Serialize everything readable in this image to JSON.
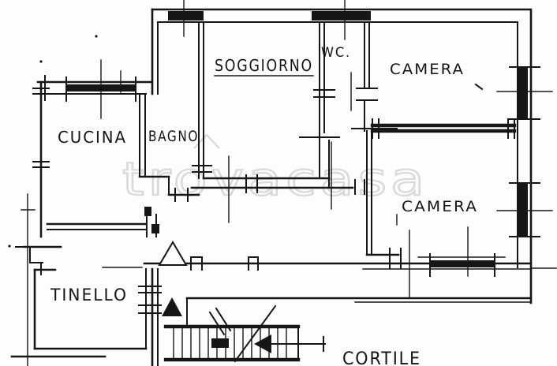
{
  "plan": {
    "title": "apartment-floor-plan",
    "rooms": {
      "soggiorno": "SOGGIORNO",
      "wc": "WC.",
      "camera_top": "CAMERA",
      "cucina": "CUCINA",
      "bagno": "BAGNO",
      "camera_bottom": "CAMERA",
      "tinello": "TINELLO",
      "cortile": "CORTILE"
    },
    "watermark": "trovacasa",
    "colors": {
      "ink": "#161616",
      "watermark": "#d9d9d9",
      "background": "#fdfdfd"
    },
    "symbols": [
      "window-bar-icon",
      "door-tick-icon",
      "door-swing-triangle-icon",
      "stairs-up-arrow-icon",
      "stairs-direction-arrow-icon"
    ]
  }
}
